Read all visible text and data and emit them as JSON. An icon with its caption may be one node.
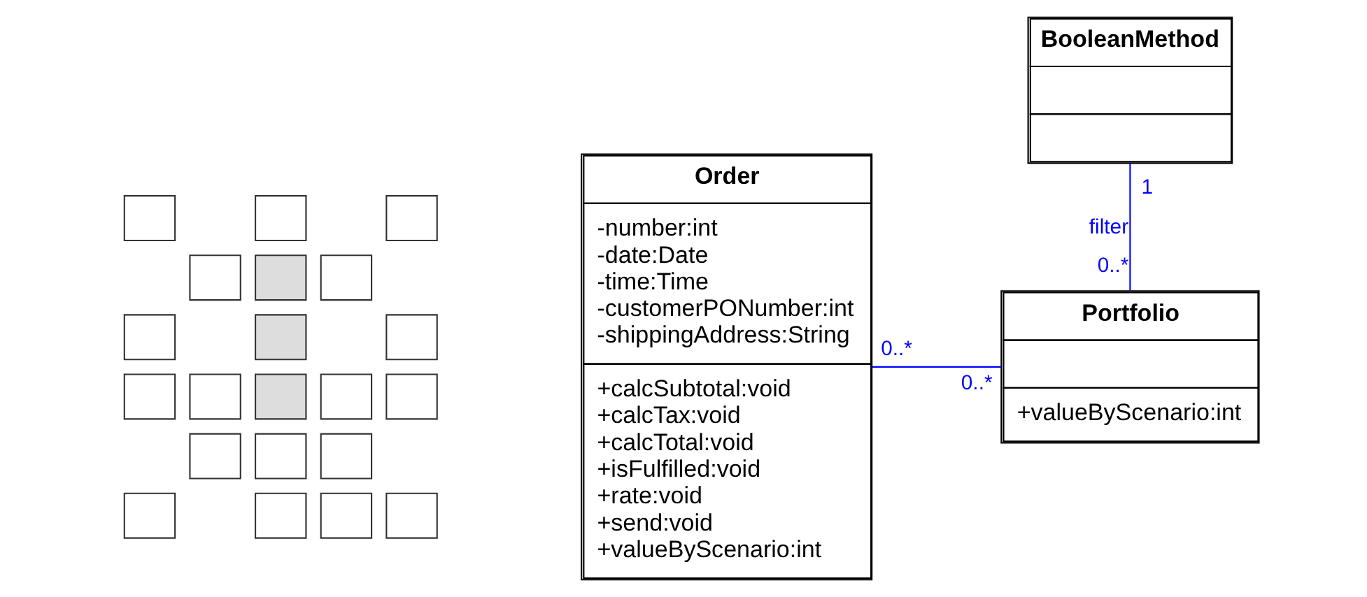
{
  "diagram": {
    "nodes": [
      {
        "text": [],
        "shape": "picture"
      },
      {
        "text": [
          "Order",
          "-number:int",
          "-date:Date",
          "-time:Time",
          "-customerPONumber:int",
          "-shippingAddress:String",
          "+calcSubtotal:void",
          "+calcTax:void",
          "+calcTotal:void",
          "+isFulfilled:void",
          "+rate:void",
          "+send:void",
          "+valueByScenario:int"
        ]
      },
      {
        "text": [
          "BooleanMethod"
        ]
      },
      {
        "text": [
          "Portfolio",
          "+valueByScenario:int"
        ]
      }
    ],
    "edges": [
      {
        "from": 1,
        "to": 3,
        "arrow": "none"
      },
      {
        "from": 2,
        "to": 3,
        "arrow": "none",
        "label": "filter"
      }
    ],
    "labels": [
      "0..*",
      "0..*",
      "1",
      "0..*"
    ]
  }
}
